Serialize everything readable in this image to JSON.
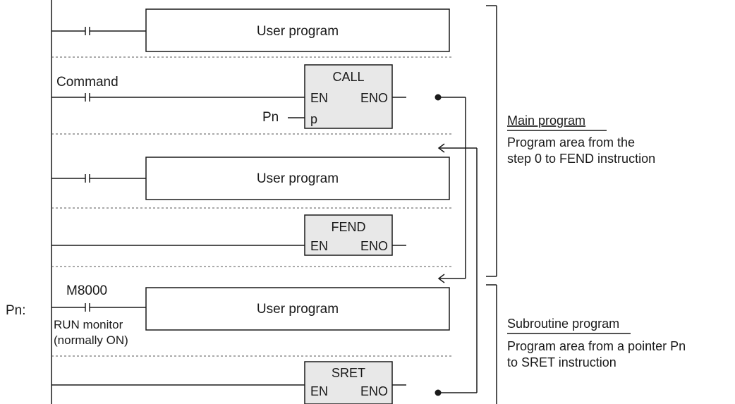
{
  "colors": {
    "line": "#1a1a1a",
    "function_block_fill": "#e8e8e8",
    "separator": "#555555"
  },
  "rungs": [
    {
      "user_program": "User program"
    },
    {
      "contact_label": "Command",
      "call_block": {
        "name": "CALL",
        "en": "EN",
        "eno": "ENO",
        "param": "p"
      },
      "pointer_label": "Pn"
    },
    {
      "user_program": "User program"
    },
    {
      "fend_block": {
        "name": "FEND",
        "en": "EN",
        "eno": "ENO"
      }
    },
    {
      "pointer_prefix": "Pn:",
      "contact_label": "M8000",
      "contact_note_line1": "RUN monitor",
      "contact_note_line2": "(normally ON)",
      "user_program": "User program"
    },
    {
      "sret_block": {
        "name": "SRET",
        "en": "EN",
        "eno": "ENO"
      }
    }
  ],
  "main_program": {
    "title": "Main program",
    "desc_line1": "Program area from the",
    "desc_line2": "step 0 to FEND instruction"
  },
  "subroutine_program": {
    "title": "Subroutine program",
    "desc_line1": "Program area from a pointer Pn",
    "desc_line2": "to SRET instruction"
  }
}
